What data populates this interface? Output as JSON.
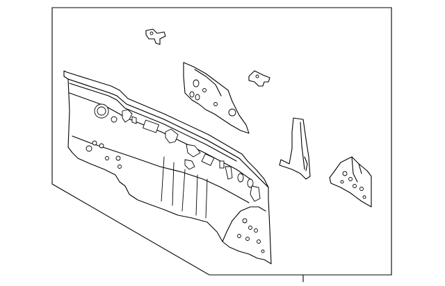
{
  "diagram": {
    "parts": [
      "rear-body-panel",
      "upper-bracket-small",
      "side-reinforcement-upper",
      "side-bracket-small",
      "pillar-extension",
      "side-reinforcement-lower"
    ]
  }
}
